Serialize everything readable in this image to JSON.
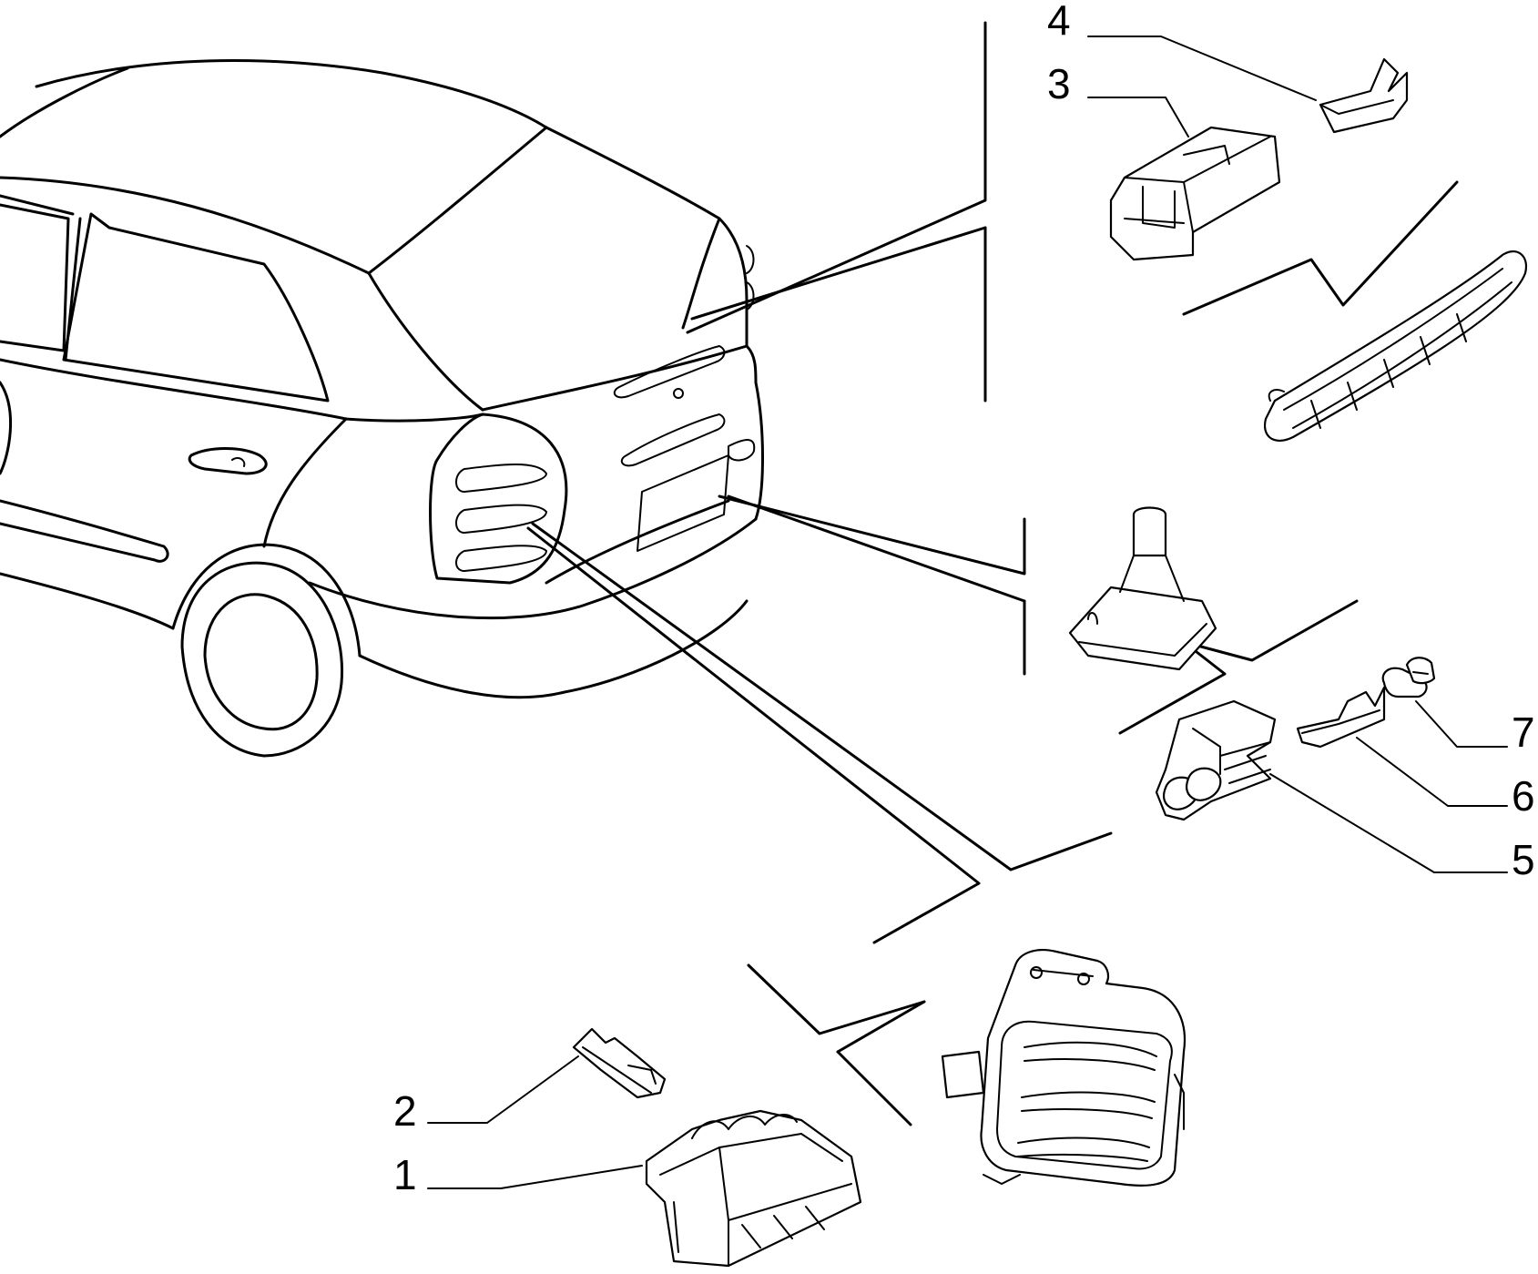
{
  "diagram": {
    "callouts": [
      {
        "id": "1",
        "text": "1",
        "part": "connector-block"
      },
      {
        "id": "2",
        "text": "2",
        "part": "terminal"
      },
      {
        "id": "3",
        "text": "3",
        "part": "connector"
      },
      {
        "id": "4",
        "text": "4",
        "part": "terminal"
      },
      {
        "id": "5",
        "text": "5",
        "part": "connector"
      },
      {
        "id": "6",
        "text": "6",
        "part": "terminal"
      },
      {
        "id": "7",
        "text": "7",
        "part": "bulb"
      }
    ],
    "colors": {
      "line": "#000000",
      "background": "#ffffff"
    }
  }
}
